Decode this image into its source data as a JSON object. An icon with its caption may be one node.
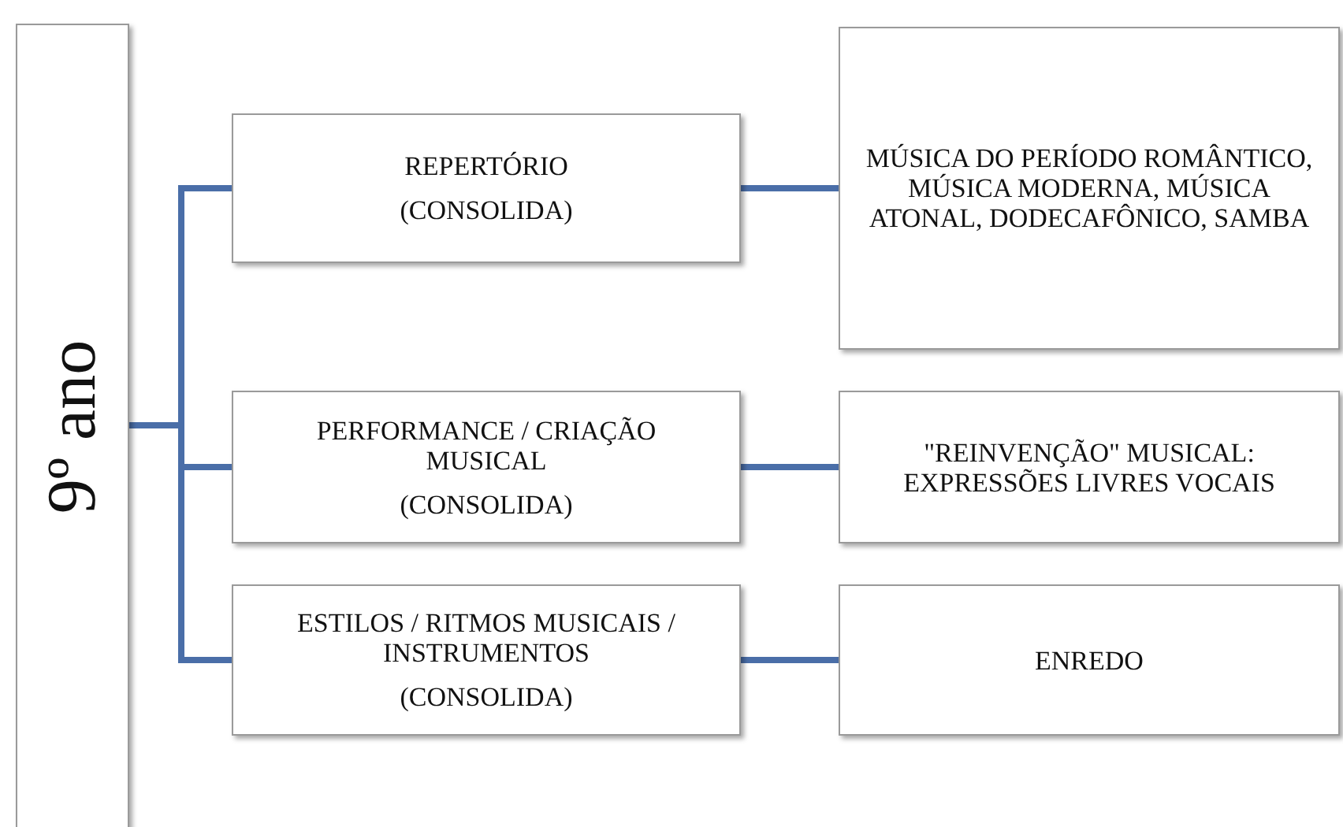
{
  "diagram": {
    "nodes": [
      {
        "text": [
          "9º ano"
        ]
      },
      {
        "text": [
          "REPERTÓRIO",
          "(CONSOLIDA)"
        ]
      },
      {
        "text": [
          "PERFORMANCE / CRIAÇÃO MUSICAL",
          "(CONSOLIDA)"
        ]
      },
      {
        "text": [
          "ESTILOS / RITMOS  MUSICAIS / INSTRUMENTOS",
          "(CONSOLIDA)"
        ]
      },
      {
        "text": [
          "MÚSICA DO PERÍODO ROMÂNTICO, MÚSICA MODERNA, MÚSICA ATONAL, DODECAFÔNICO, SAMBA"
        ]
      },
      {
        "text": [
          "\"REINVENÇÃO\" MUSICAL: EXPRESSÕES LIVRES VOCAIS"
        ]
      },
      {
        "text": [
          "ENREDO"
        ]
      }
    ],
    "edges": [
      {
        "from": 0,
        "to": 1,
        "arrow": "none"
      },
      {
        "from": 0,
        "to": 2,
        "arrow": "none"
      },
      {
        "from": 0,
        "to": 3,
        "arrow": "none"
      },
      {
        "from": 1,
        "to": 4,
        "arrow": "none"
      },
      {
        "from": 2,
        "to": 5,
        "arrow": "none"
      },
      {
        "from": 3,
        "to": 6,
        "arrow": "none"
      }
    ]
  }
}
